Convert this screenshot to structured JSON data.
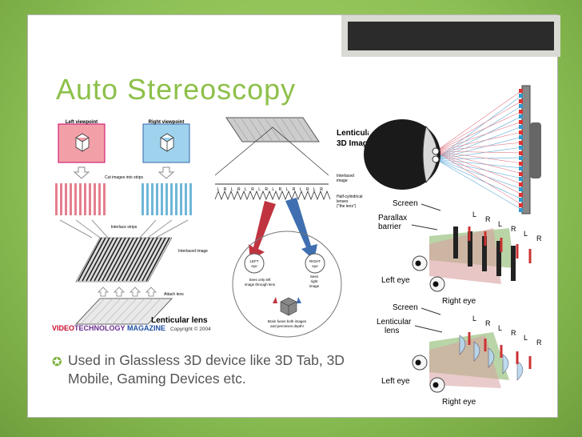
{
  "slide": {
    "title": "Auto Stereoscopy",
    "bullet": "Used in Glassless 3D device like 3D Tab, 3D Mobile, Gaming Devices etc."
  },
  "figure1": {
    "left_viewpoint": "Left viewpoint",
    "right_viewpoint": "Right viewpoint",
    "cut_strips": "Cut images into strips",
    "interlace_strips": "Interlace strips",
    "interlaced_image": "Interlaced image",
    "attach_lens": "Attach lens",
    "lenticular_lens": "Lenticular lens",
    "credit_video": "VIDEO",
    "credit_technology": "TECHNOLOGY",
    "credit_magazine": "MAGAZINE",
    "credit_copyright": "Copyright © 2004"
  },
  "figure2": {
    "title_line1": "Lenticular",
    "title_line2": "3D Images",
    "interlaced_line1": "Interlaced",
    "interlaced_line2": "image",
    "halfcyl_line1": "Half-cylindrical",
    "halfcyl_line2": "lenses",
    "halfcyl_line3": "(\"the lens\")",
    "left_eye_line1": "LEFT",
    "left_eye_line2": "eye",
    "right_eye_line1": "RIGHT",
    "right_eye_line2": "eye",
    "sees_left_line1": "Sees only left",
    "sees_left_line2": "image through lens",
    "sees_right_line1": "Sees",
    "sees_right_line2": "right",
    "sees_right_line3": "image",
    "brain_line1": "Brain fuses both images",
    "brain_line2": "and perceives depth!",
    "strip_letters": [
      "L",
      "R",
      "L",
      "R",
      "L",
      "R",
      "L",
      "R",
      "L",
      "R",
      "L",
      "R",
      "L",
      "R",
      "L",
      "R"
    ]
  },
  "figure4": {
    "screen": "Screen",
    "parallax": "Parallax",
    "barrier": "barrier",
    "left_eye": "Left eye",
    "right_eye": "Right eye",
    "letters": [
      "L",
      "R",
      "L",
      "R",
      "L",
      "R"
    ]
  },
  "figure5": {
    "screen": "Screen",
    "lenticular": "Lenticular",
    "lens": "lens",
    "left_eye": "Left eye",
    "right_eye": "Right eye",
    "letters": [
      "L",
      "R",
      "L",
      "R",
      "L",
      "R"
    ]
  },
  "colors": {
    "background": "#8fc15a",
    "title": "#8dc04a",
    "left_view": "#e57f8e",
    "right_view": "#6fb6d9",
    "left_arrow": "#c0343f",
    "right_arrow": "#3f6fb0"
  }
}
